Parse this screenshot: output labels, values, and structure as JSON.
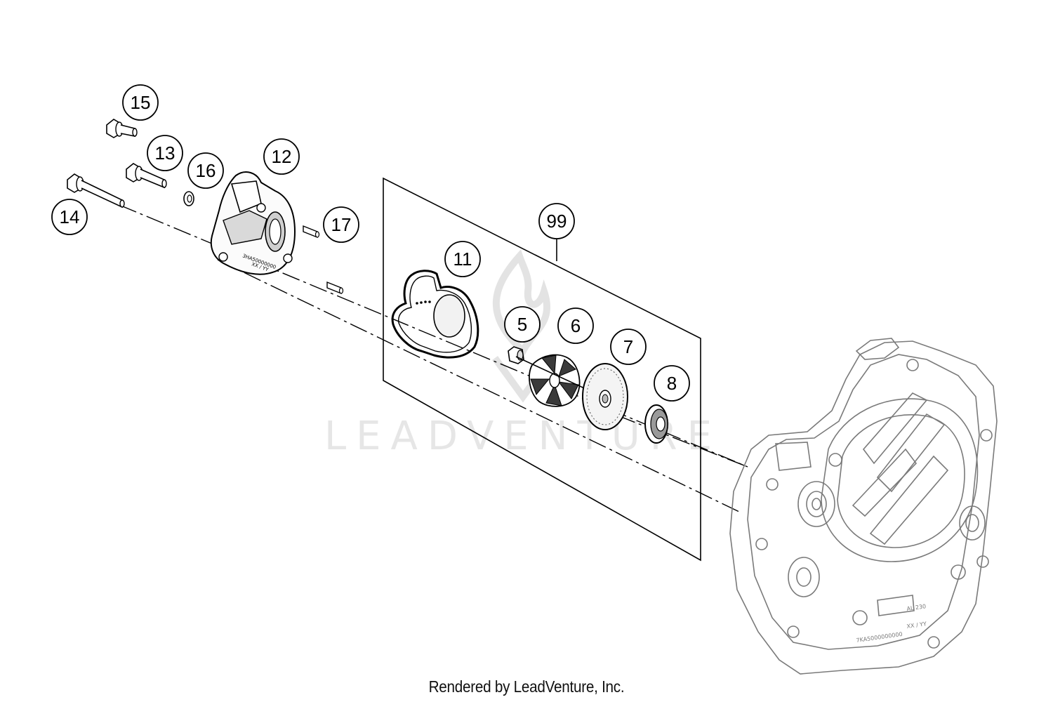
{
  "diagram": {
    "callouts": [
      "15",
      "13",
      "16",
      "12",
      "14",
      "17",
      "99",
      "11",
      "5",
      "6",
      "7",
      "8"
    ],
    "watermark": "LEADVENTURE",
    "footer": "Rendered by LeadVenture, Inc."
  },
  "parts": {
    "cover_marking_1": "3HA50000000",
    "cover_marking_2": "XX / YY",
    "case_marking_1": "AL 230",
    "case_marking_2": "7KA5000000000",
    "case_marking_3": "XX / YY"
  }
}
